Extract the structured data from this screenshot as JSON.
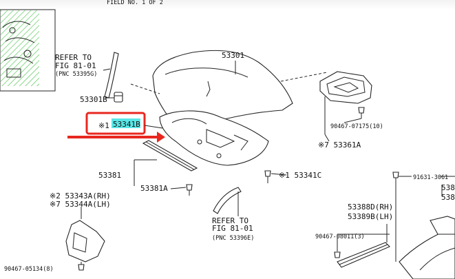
{
  "header": {
    "text": "FIELD NO. 1 OF 2"
  },
  "refs": {
    "top_left": {
      "line1": "REFER TO",
      "line2": "FIG 81-01",
      "line3": "(PNC 53395G)"
    },
    "bottom": {
      "line1": "REFER TO",
      "line2": "FIG 81-01",
      "line3": "(PNC 53396E)"
    }
  },
  "labels": {
    "p53301": "53301",
    "p53301b": "53301B",
    "p53341b_prefix": "※1",
    "p53341b": "53341B",
    "p90467_07175": "90467-07175(10)",
    "p53361a": "※7 53361A",
    "p53381": "53381",
    "p53381a": "53381A",
    "p53341c": "※1 53341C",
    "p53343a": "※2 53343A(RH)",
    "p53344a": "※7 53344A(LH)",
    "p90467_05134": "90467-05134(8)",
    "p91631": "91631-3061",
    "p5338_edge": "538",
    "p5338_edge2": "538",
    "p53388d": "53388D(RH)",
    "p53389b": "53389B(LH)",
    "p90467_08011": "90467-08011(3)"
  },
  "colors": {
    "highlight_box": "#e8271f",
    "highlight_fill": "#59e6e6",
    "arrow": "#e8271f",
    "hatch": "#3bbf3b"
  }
}
